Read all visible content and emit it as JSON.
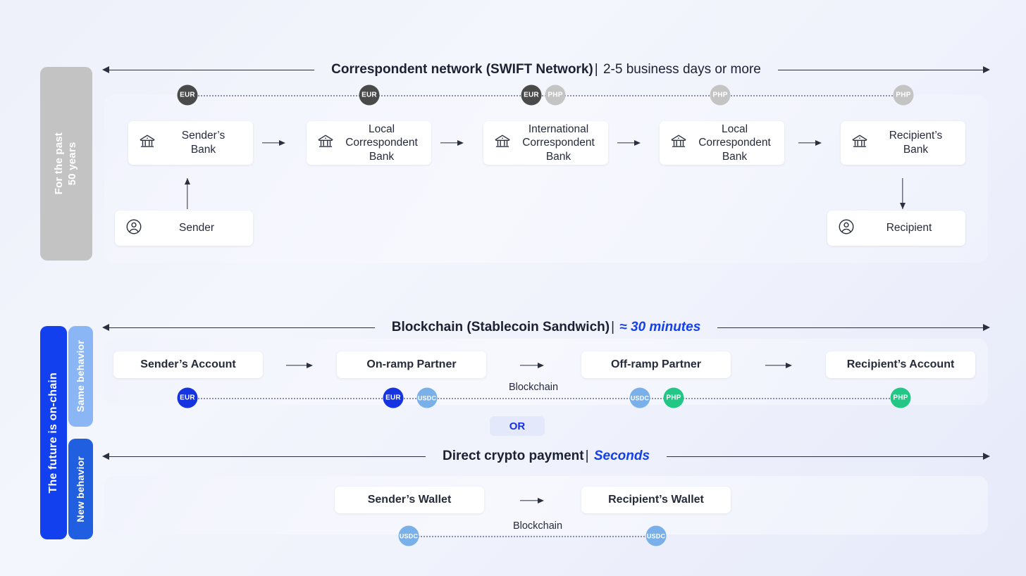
{
  "eras": {
    "past": "For the past\n50 years",
    "future": "The future is on-chain",
    "same_behavior": "Same behavior",
    "new_behavior": "New behavior"
  },
  "sections": {
    "swift": {
      "strong": "Correspondent network (SWIFT Network)",
      "sep": "|",
      "plain": " 2-5 business days or more",
      "accent": ""
    },
    "chain": {
      "strong": "Blockchain (Stablecoin Sandwich)",
      "sep": "|",
      "plain": "",
      "accent": "≈ 30 minutes"
    },
    "direct": {
      "strong": "Direct crypto payment",
      "sep": "|",
      "plain": "",
      "accent": "Seconds"
    }
  },
  "swift_row": {
    "nodes": [
      {
        "label": "Sender’s\nBank",
        "icon": "bank-icon"
      },
      {
        "label": "Local\nCorrespondent\nBank",
        "icon": "bank-icon"
      },
      {
        "label": "International\nCorrespondent\nBank",
        "icon": "bank-icon"
      },
      {
        "label": "Local\nCorrespondent\nBank",
        "icon": "bank-icon"
      },
      {
        "label": "Recipient’s\nBank",
        "icon": "bank-icon"
      }
    ],
    "sender": {
      "label": "Sender",
      "icon": "person-icon"
    },
    "recipient": {
      "label": "Recipient",
      "icon": "person-icon"
    },
    "coins": [
      {
        "code": "EUR",
        "color": "#4a4a4a"
      },
      {
        "code": "EUR",
        "color": "#4a4a4a"
      },
      {
        "code": "EUR",
        "color": "#4a4a4a"
      },
      {
        "code": "PHP",
        "color": "#c4c4c4"
      },
      {
        "code": "PHP",
        "color": "#c4c4c4"
      },
      {
        "code": "PHP",
        "color": "#c4c4c4"
      }
    ]
  },
  "chain_row": {
    "nodes": [
      {
        "label": "Sender’s Account"
      },
      {
        "label": "On-ramp Partner"
      },
      {
        "label": "Off-ramp Partner"
      },
      {
        "label": "Recipient’s Account"
      }
    ],
    "rail_caption": "Blockchain",
    "coins": [
      {
        "code": "EUR",
        "color": "#1533e0"
      },
      {
        "code": "EUR",
        "color": "#1533e0"
      },
      {
        "code": "USDC",
        "color": "#79b0ea"
      },
      {
        "code": "USDC",
        "color": "#79b0ea"
      },
      {
        "code": "PHP",
        "color": "#22c786"
      },
      {
        "code": "PHP",
        "color": "#22c786"
      }
    ]
  },
  "direct_row": {
    "nodes": [
      {
        "label": "Sender’s Wallet"
      },
      {
        "label": "Recipient’s Wallet"
      }
    ],
    "rail_caption": "Blockchain",
    "coins": [
      {
        "code": "USDC",
        "color": "#79b0ea"
      },
      {
        "code": "USDC",
        "color": "#79b0ea"
      }
    ]
  },
  "or_label": "OR",
  "colors": {
    "accent_blue": "#1340ef",
    "gray_era": "#c3c3c3",
    "same_behavior": "#8ab6f5",
    "new_behavior": "#1f5fe0",
    "coin_gray_dark": "#4a4a4a",
    "coin_gray_light": "#c4c4c4",
    "coin_eur": "#1533e0",
    "coin_usdc": "#79b0ea",
    "coin_php": "#22c786"
  }
}
